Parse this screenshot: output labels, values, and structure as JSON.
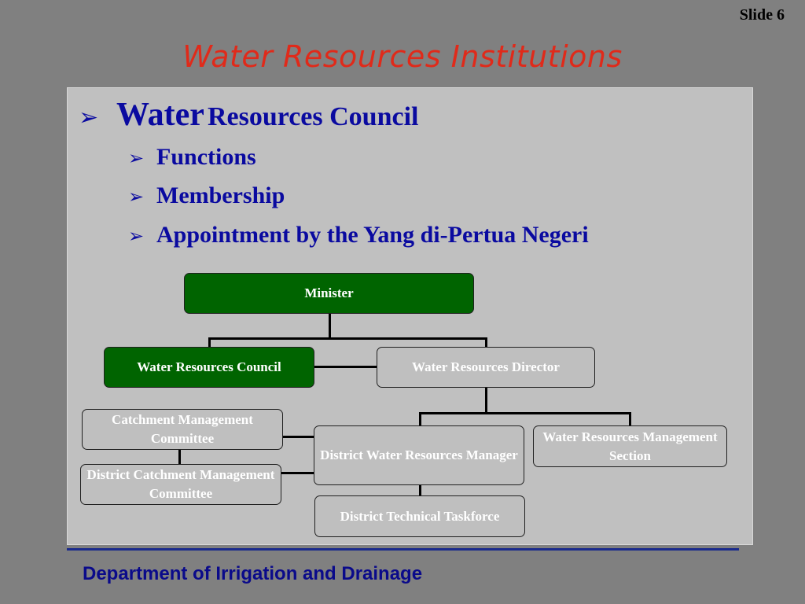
{
  "slide_number": "Slide 6",
  "title": "Water Resources Institutions",
  "bullets": {
    "main_big": "Water",
    "main_rest": "Resources Council",
    "sub": [
      "Functions",
      "Membership",
      "Appointment by the Yang di-Pertua Negeri"
    ]
  },
  "org_chart": {
    "minister": "Minister",
    "council": "Water Resources Council",
    "director": "Water Resources Director",
    "catchment_committee": "Catchment Management Committee",
    "district_catchment_committee": "District Catchment Management Committee",
    "district_manager": "District Water Resources Manager",
    "management_section": "Water Resources Management Section",
    "technical_taskforce": "District Technical Taskforce"
  },
  "colors": {
    "title": "#e02a1a",
    "bullet_text": "#0a0aa0",
    "highlight_box": "#006400",
    "default_box": "#bfbfbf"
  },
  "footer": "Department of Irrigation and Drainage"
}
